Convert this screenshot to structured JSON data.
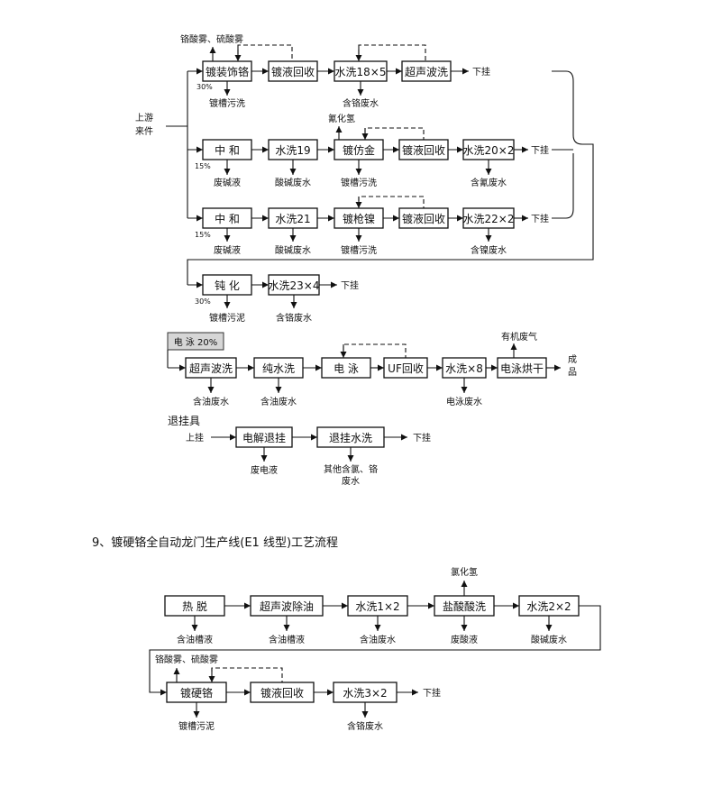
{
  "top_inputs": {
    "pretreated": [
      "上游",
      "来件"
    ],
    "fumes_1": "铬酸雾、硫酸雾",
    "row1_pct": "30%",
    "row2_pct": "15%",
    "row3_pct": "15%",
    "row4_pct": "30%"
  },
  "row1": {
    "boxes": [
      "镀装饰铬",
      "镀液回收",
      "水洗18×5",
      "超声波洗"
    ],
    "end": "下挂",
    "outputs": [
      "镀槽污洗",
      "含铬废水"
    ]
  },
  "row2": {
    "gas": "氰化氢",
    "boxes": [
      "中 和",
      "水洗19",
      "镀仿金",
      "镀液回收",
      "水洗20×2"
    ],
    "end": "下挂",
    "outputs": [
      "废碱液",
      "酸碱废水",
      "镀槽污洗",
      "含氰废水"
    ]
  },
  "row3": {
    "boxes": [
      "中 和",
      "水洗21",
      "镀枪镍",
      "镀液回收",
      "水洗22×2"
    ],
    "end": "下挂",
    "outputs": [
      "废碱液",
      "酸碱废水",
      "镀槽污洗",
      "含镍废水"
    ]
  },
  "row4": {
    "boxes": [
      "钝 化",
      "水洗23×4"
    ],
    "end": "下挂",
    "outputs": [
      "镀槽污泥",
      "含铬废水"
    ]
  },
  "electrophoresis": {
    "tab": "电 泳 20%",
    "gas": "有机废气",
    "boxes": [
      "超声波洗",
      "纯水洗",
      "电 泳",
      "UF回收",
      "水洗×8",
      "电泳烘干"
    ],
    "end": "成品",
    "outputs": [
      "含油废水",
      "含油废水",
      "电泳废水"
    ]
  },
  "stripping": {
    "title": "退挂具",
    "start": "上挂",
    "boxes": [
      "电解退挂",
      "退挂水洗"
    ],
    "end": "下挂",
    "outputs": [
      "废电液",
      "其他含氯、铬",
      "废水"
    ]
  },
  "section_title": "9、镀硬铬全自动龙门生产线(E1 线型)工艺流程",
  "hard_chrome": {
    "gas": "氯化氢",
    "fumes": "铬酸雾、硫酸雾",
    "row1_boxes": [
      "热 脱",
      "超声波除油",
      "水洗1×2",
      "盐酸酸洗",
      "水洗2×2"
    ],
    "row1_outputs": [
      "含油槽液",
      "含油槽液",
      "含油废水",
      "废酸液",
      "酸碱废水"
    ],
    "row2_boxes": [
      "镀硬铬",
      "镀液回收",
      "水洗3×2"
    ],
    "row2_end": "下挂",
    "row2_outputs": [
      "镀槽污泥",
      "含铬废水"
    ]
  }
}
